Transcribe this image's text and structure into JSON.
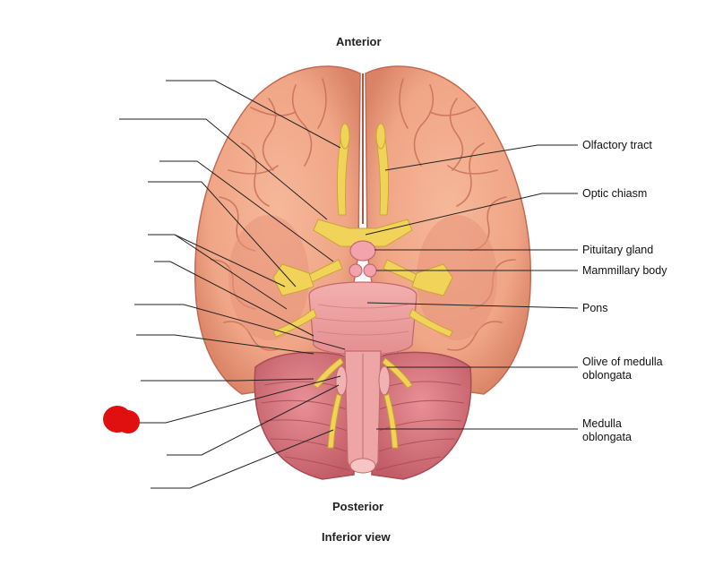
{
  "headings": {
    "anterior": "Anterior",
    "posterior": "Posterior",
    "view": "Inferior view"
  },
  "labels": {
    "olfactory_tract": "Olfactory tract",
    "optic_chiasm": "Optic chiasm",
    "pituitary_gland": "Pituitary gland",
    "mammillary_body": "Mammillary body",
    "pons": "Pons",
    "olive_line1": "Olive of medulla",
    "olive_line2": "oblongata",
    "medulla_line1": "Medulla",
    "medulla_line2": "oblongata"
  },
  "colors": {
    "cerebrum": "#f0a586",
    "cerebrum_shade": "#d97d62",
    "cerebellum": "#d97a80",
    "cerebellum_shade": "#b85560",
    "brainstem": "#eba0a0",
    "nerves": "#f2d35a",
    "pituitary": "#f0a0a8",
    "leader_line": "#222222",
    "marker": "#e01010"
  }
}
